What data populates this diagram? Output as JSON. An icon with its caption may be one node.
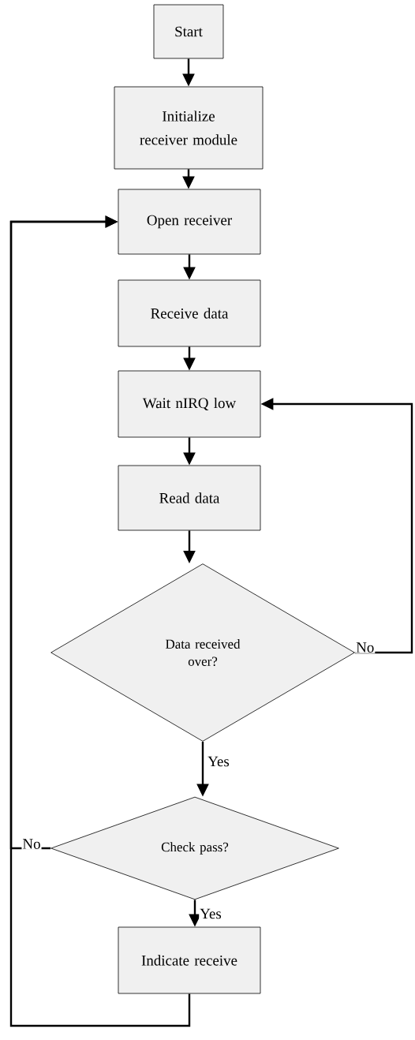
{
  "diagram": {
    "nodes": [
      {
        "text": [
          "Start"
        ]
      },
      {
        "text": [
          "Initialize receiver module"
        ]
      },
      {
        "text": [
          "Open receiver"
        ]
      },
      {
        "text": [
          "Receive data"
        ]
      },
      {
        "text": [
          "Wait nIRQ low"
        ]
      },
      {
        "text": [
          "Read data"
        ]
      },
      {
        "text": [
          "Data received over?"
        ]
      },
      {
        "text": [
          "Check pass?"
        ]
      },
      {
        "text": [
          "Indicate receive"
        ]
      }
    ],
    "edges": [
      {
        "from": 0,
        "to": 1,
        "arrow": "to"
      },
      {
        "from": 1,
        "to": 2,
        "arrow": "to"
      },
      {
        "from": 2,
        "to": 3,
        "arrow": "to"
      },
      {
        "from": 3,
        "to": 4,
        "arrow": "to"
      },
      {
        "from": 4,
        "to": 5,
        "arrow": "to"
      },
      {
        "from": 5,
        "to": 6,
        "arrow": "to"
      },
      {
        "from": 6,
        "to": 7,
        "arrow": "to",
        "label": "Yes"
      },
      {
        "from": 7,
        "to": 8,
        "arrow": "to",
        "label": "Yes"
      },
      {
        "from": 6,
        "to": 4,
        "arrow": "to",
        "label": "No"
      },
      {
        "from": 7,
        "to": 2,
        "arrow": "to",
        "label": "No"
      },
      {
        "from": 8,
        "to": 2,
        "arrow": "to"
      }
    ]
  }
}
